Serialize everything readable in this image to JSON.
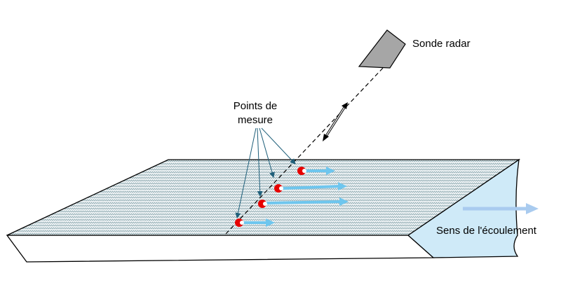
{
  "labels": {
    "probe": "Sonde radar",
    "points_line1": "Points de",
    "points_line2": "mesure",
    "flow": "Sens de l'écoulement"
  },
  "colors": {
    "water_hatch": "#8aa6ad",
    "water_base": "#eef3f5",
    "river_end": "#cfeaf8",
    "velocity_arrow": "#6ec6ee",
    "flow_arrow": "#a9cbef",
    "measure_point": "#e60000",
    "leader_line": "#1f5f7a",
    "probe_fill": "#a6a6a6"
  },
  "icons": {
    "probe": "radar-probe-icon",
    "point": "measurement-point-icon"
  },
  "measurement_points": [
    {
      "id": 1
    },
    {
      "id": 2
    },
    {
      "id": 3
    },
    {
      "id": 4
    }
  ]
}
